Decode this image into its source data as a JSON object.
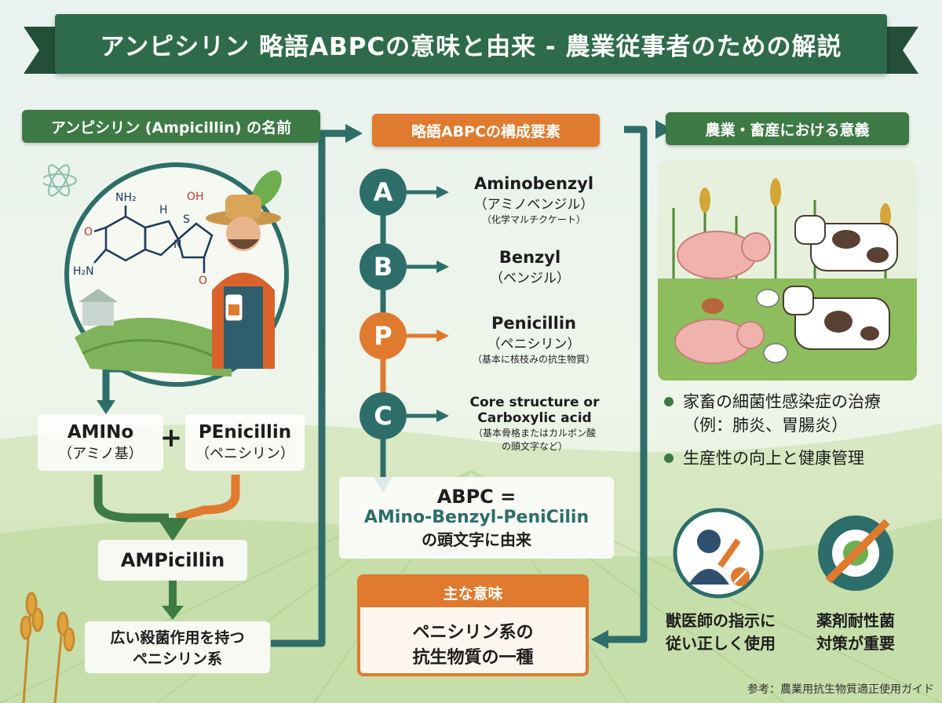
{
  "title": "アンピシリン 略語ABPCの意味と由来 - 農業従事者のための解説",
  "left": {
    "header": "アンピシリン (Ampicillin) の名前",
    "part1_main": "AMINo",
    "part1_sub": "（アミノ基）",
    "plus": "+",
    "part2_main": "PEnicillin",
    "part2_sub": "（ペニシリン）",
    "result": "AMPicillin",
    "description_line1": "広い殺菌作用を持つ",
    "description_line2": "ペニシリン系",
    "chem_labels": {
      "nh2_top": "NH₂",
      "nh2_bottom": "H₂N",
      "h": "H",
      "oh": "OH",
      "s": "S",
      "n": "N",
      "o_left": "O",
      "o_right": "O"
    }
  },
  "middle": {
    "header": "略語ABPCの構成要素",
    "items": [
      {
        "letter": "A",
        "line1": "Aminobenzyl",
        "line2": "（アミノベンジル）",
        "line3": "（化学マルチクケート）"
      },
      {
        "letter": "B",
        "line1": "Benzyl",
        "line2": "（ベンジル）",
        "line3": ""
      },
      {
        "letter": "P",
        "line1": "Penicillin",
        "line2": "（ペニシリン）",
        "line3": "（基本に核枝みの抗生物質）"
      },
      {
        "letter": "C",
        "line1": "Core structure or",
        "line2": "Carboxylic acid",
        "line3": "（基本骨格またはカルボン酸",
        "line4": "の頭文字など）"
      }
    ],
    "formula_line1": "ABPC =",
    "formula_line2": "AMino-Benzyl-PeniCilin",
    "formula_line3": "の頭文字に由来",
    "meaning_header": "主な意味",
    "meaning_line1": "ペニシリン系の",
    "meaning_line2": "抗生物質の一種"
  },
  "right": {
    "header": "農業・畜産における意義",
    "bullets": [
      {
        "line1": "家畜の細菌性感染症の治療",
        "line2": "（例：肺炎、胃腸炎）"
      },
      {
        "line1": "生産性の向上と健康管理",
        "line2": ""
      }
    ],
    "icon1_line1": "獣医師の指示に",
    "icon1_line2": "従い正しく使用",
    "icon2_line1": "薬剤耐性菌",
    "icon2_line2": "対策が重要"
  },
  "footer": "参考：農業用抗生物質適正使用ガイド",
  "colors": {
    "green": "#3d7a45",
    "orange": "#e07a2e",
    "teal": "#2e6e6a",
    "banner": "#2e6b4a"
  },
  "icons": [
    "atom-icon",
    "gear-icon",
    "leaf-icon",
    "farmer-icon",
    "barn-icon",
    "pig-icon",
    "cow-icon",
    "chicken-icon",
    "veterinarian-icon",
    "syringe-icon",
    "bacteria-icon",
    "wheat-icon"
  ]
}
